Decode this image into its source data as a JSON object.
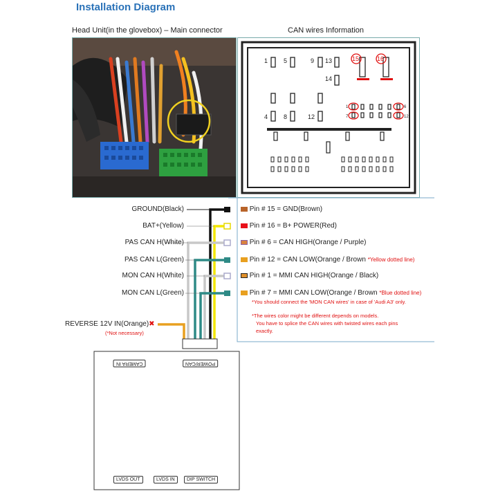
{
  "title": "Installation Diagram",
  "captions": {
    "left": "Head Unit(in the glovebox) – Main connector",
    "right": "CAN wires Information"
  },
  "connector_pin_numbers": {
    "p1": "1",
    "p5": "5",
    "p9": "9",
    "p13": "13",
    "p14": "14",
    "p15": "15",
    "p16": "16",
    "p4": "4",
    "p8": "8",
    "p12": "12",
    "r1": "1",
    "r6": "6",
    "r7": "7",
    "r12": "12"
  },
  "wires": [
    {
      "label": "GROUND(Black)",
      "color": "#111111",
      "pin": "Pin # 15 = GND(Brown)",
      "swatch": "#b8642a",
      "note": ""
    },
    {
      "label": "BAT+(Yellow)",
      "color": "#f2e600",
      "pin": "Pin # 16 = B+ POWER(Red)",
      "swatch": "#e8101a",
      "note": ""
    },
    {
      "label": "PAS CAN H(White)",
      "color": "#c8c8c8",
      "pin": "Pin #   6 = CAN HIGH(Orange / Purple)",
      "swatch": "#d9823f",
      "note": ""
    },
    {
      "label": "PAS CAN L(Green)",
      "color": "#2e8a86",
      "pin": "Pin # 12 = CAN LOW(Orange / Brown",
      "swatch": "#e8a020",
      "note": "*Yellow dotted line)"
    },
    {
      "label": "MON CAN H(White)",
      "color": "#c8c8c8",
      "pin": "Pin #   1 = MMI CAN HIGH(Orange / Black)",
      "swatch": "#e0902a",
      "note": ""
    },
    {
      "label": "MON CAN L(Green)",
      "color": "#2e8a86",
      "pin": "Pin #   7 = MMI CAN LOW(Orange / Brown",
      "swatch": "#e8a020",
      "note": "*Blue dotted line)"
    }
  ],
  "notes": {
    "mon_can": "*You should connect the 'MON CAN wires' in case of 'Audi A3' only.",
    "color_line1": "*The wires color might be different depends on models.",
    "color_line2": "You have to splice the CAN wires with twisted wires each pins",
    "color_line3": "exactly."
  },
  "reverse": {
    "label": "REVERSE 12V IN(Orange)",
    "mark": "✖",
    "note": "(*Not necessary)",
    "color": "#e8a020"
  },
  "module": {
    "top_left": "CAMERA IN",
    "top_right": "POWER/CAN",
    "bottom": [
      "LVDS OUT",
      "LVDS IN",
      "DIP SWITCH"
    ]
  },
  "colors": {
    "accent_title": "#2a72b8",
    "frame": "#7aaac8",
    "highlight_red": "#e01010"
  }
}
